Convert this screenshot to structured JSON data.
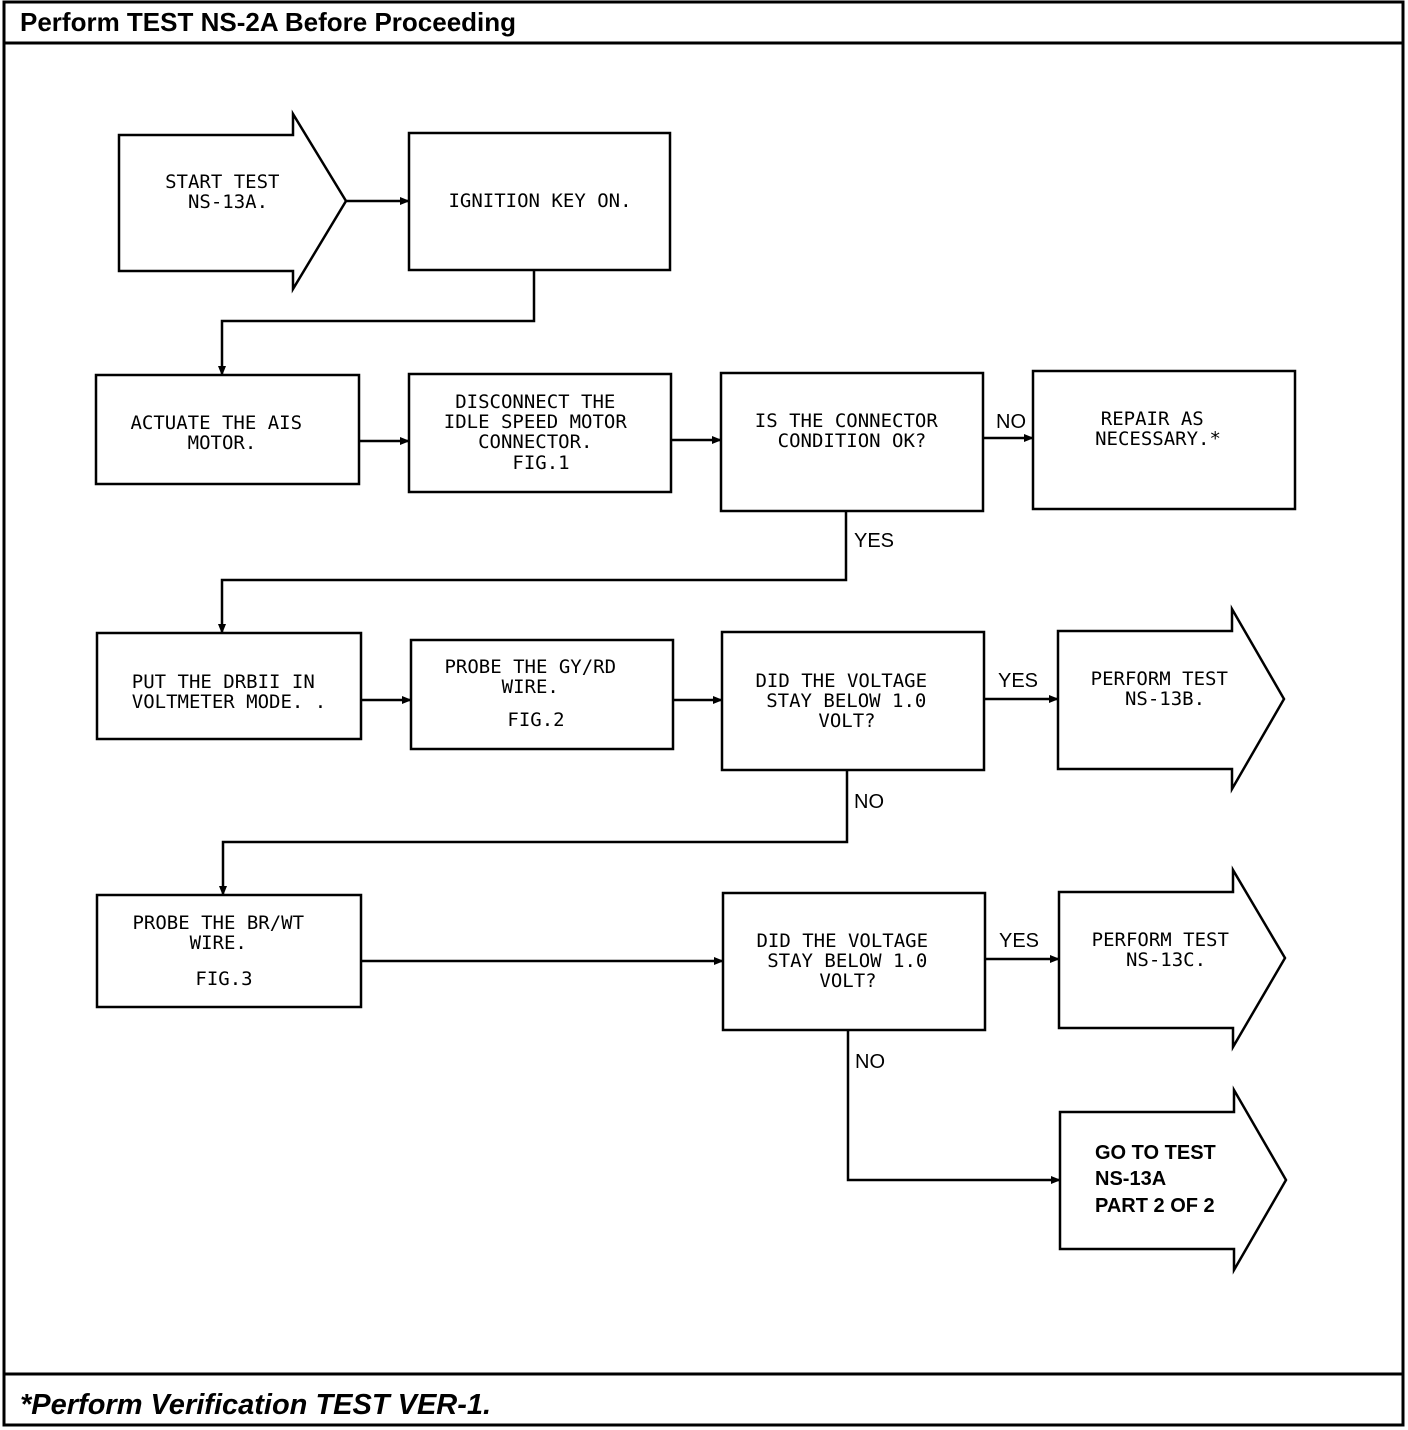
{
  "header": {
    "title": "Perform TEST NS-2A Before Proceeding"
  },
  "footer": {
    "note": "*Perform Verification TEST VER-1."
  },
  "nodes": {
    "start": [
      "START TEST",
      "NS-13A."
    ],
    "ignition": [
      "IGNITION KEY ON."
    ],
    "actuate": [
      "ACTUATE THE AIS",
      "MOTOR."
    ],
    "disconnect": [
      "DISCONNECT THE",
      "IDLE SPEED MOTOR",
      "CONNECTOR.",
      "FIG.1"
    ],
    "connector_ok": [
      "IS THE CONNECTOR",
      "CONDITION OK?"
    ],
    "repair": [
      "REPAIR AS",
      "NECESSARY.*"
    ],
    "drb_mode": [
      "PUT THE DRBII IN",
      "VOLTMETER MODE. ."
    ],
    "probe_gyrd": [
      "PROBE THE GY/RD",
      "WIRE.",
      "FIG.2"
    ],
    "voltage_1": [
      "DID THE VOLTAGE",
      "STAY BELOW 1.0",
      "VOLT?"
    ],
    "test_13b": [
      "PERFORM TEST",
      "NS-13B."
    ],
    "probe_brwt": [
      "PROBE THE BR/WT",
      "WIRE.",
      "FIG.3"
    ],
    "voltage_2": [
      "DID THE VOLTAGE",
      "STAY BELOW 1.0",
      "VOLT?"
    ],
    "test_13c": [
      "PERFORM TEST",
      "NS-13C."
    ],
    "goto_part2": [
      "GO TO TEST",
      "NS-13A",
      "PART 2 OF 2"
    ]
  },
  "edge_labels": {
    "connector_no": "NO",
    "connector_yes": "YES",
    "voltage1_yes": "YES",
    "voltage1_no": "NO",
    "voltage2_yes": "YES",
    "voltage2_no": "NO"
  }
}
